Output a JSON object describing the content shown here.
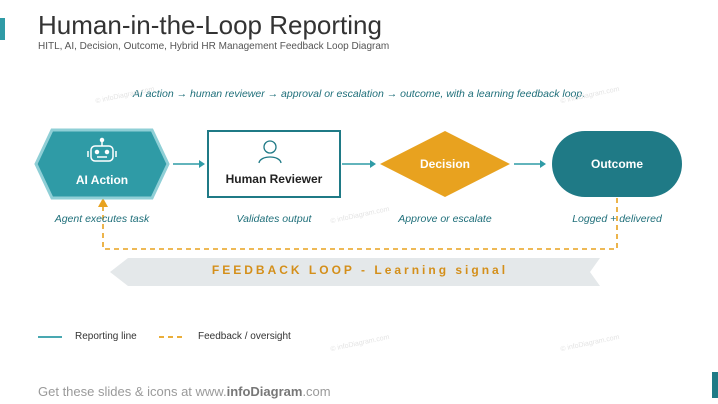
{
  "header": {
    "title": "Human-in-the-Loop Reporting",
    "subtitle": "HITL, AI, Decision, Outcome, Hybrid HR Management Feedback Loop Diagram"
  },
  "caption": "AI action → human reviewer → approval or escalation → outcome, with a learning feedback loop.",
  "nodes": [
    {
      "label": "AI Action",
      "sublabel": "Agent executes task",
      "shape": "hexagon",
      "icon": "robot-icon"
    },
    {
      "label": "Human Reviewer",
      "sublabel": "Validates output",
      "shape": "rectangle",
      "icon": "person-icon"
    },
    {
      "label": "Decision",
      "sublabel": "Approve or escalate",
      "shape": "diamond"
    },
    {
      "label": "Outcome",
      "sublabel": "Logged + delivered",
      "shape": "rounded-rectangle"
    }
  ],
  "feedback_banner": "FEEDBACK LOOP - Learning signal",
  "legend": [
    {
      "label": "Reporting line",
      "style": "solid",
      "color": "#2f9ba6"
    },
    {
      "label": "Feedback / oversight",
      "style": "dashed",
      "color": "#e8a21f"
    }
  ],
  "footer": {
    "prefix": "Get these slides & icons at www.",
    "brand": "infoDiagram",
    "suffix": ".com"
  },
  "watermark": "© infoDiagram.com",
  "colors": {
    "teal": "#2f9ba6",
    "dark_teal": "#1f7a86",
    "orange": "#e8a21f",
    "banner_gray": "#e4e8ea"
  }
}
